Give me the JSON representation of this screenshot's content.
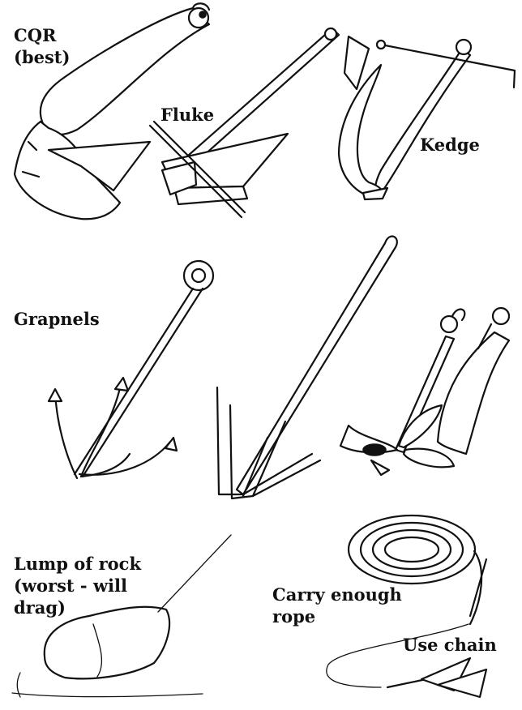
{
  "labels": {
    "cqr": "CQR\n(best)",
    "fluke": "Fluke",
    "kedge": "Kedge",
    "grapnels": "Grapnels",
    "rock": "Lump of rock\n(worst - will\ndrag)",
    "rope": "Carry enough\nrope",
    "chain": "Use chain"
  }
}
